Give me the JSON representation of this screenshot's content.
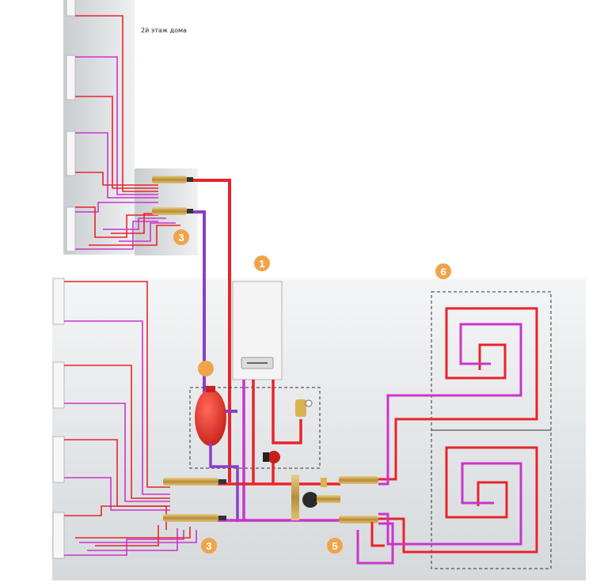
{
  "caption": "2й этаж дома",
  "markers": {
    "m1": "1",
    "m2": "",
    "m3_upper": "3",
    "m3_lower": "3",
    "m5": "5",
    "m6": "6"
  },
  "colors": {
    "supply": "#e8242a",
    "return": "#cc33cc",
    "riser_return": "#8a3fc8",
    "badge": "#f0a44a",
    "panel_bg": "#d9dde0",
    "brass": "#c9a24a"
  }
}
